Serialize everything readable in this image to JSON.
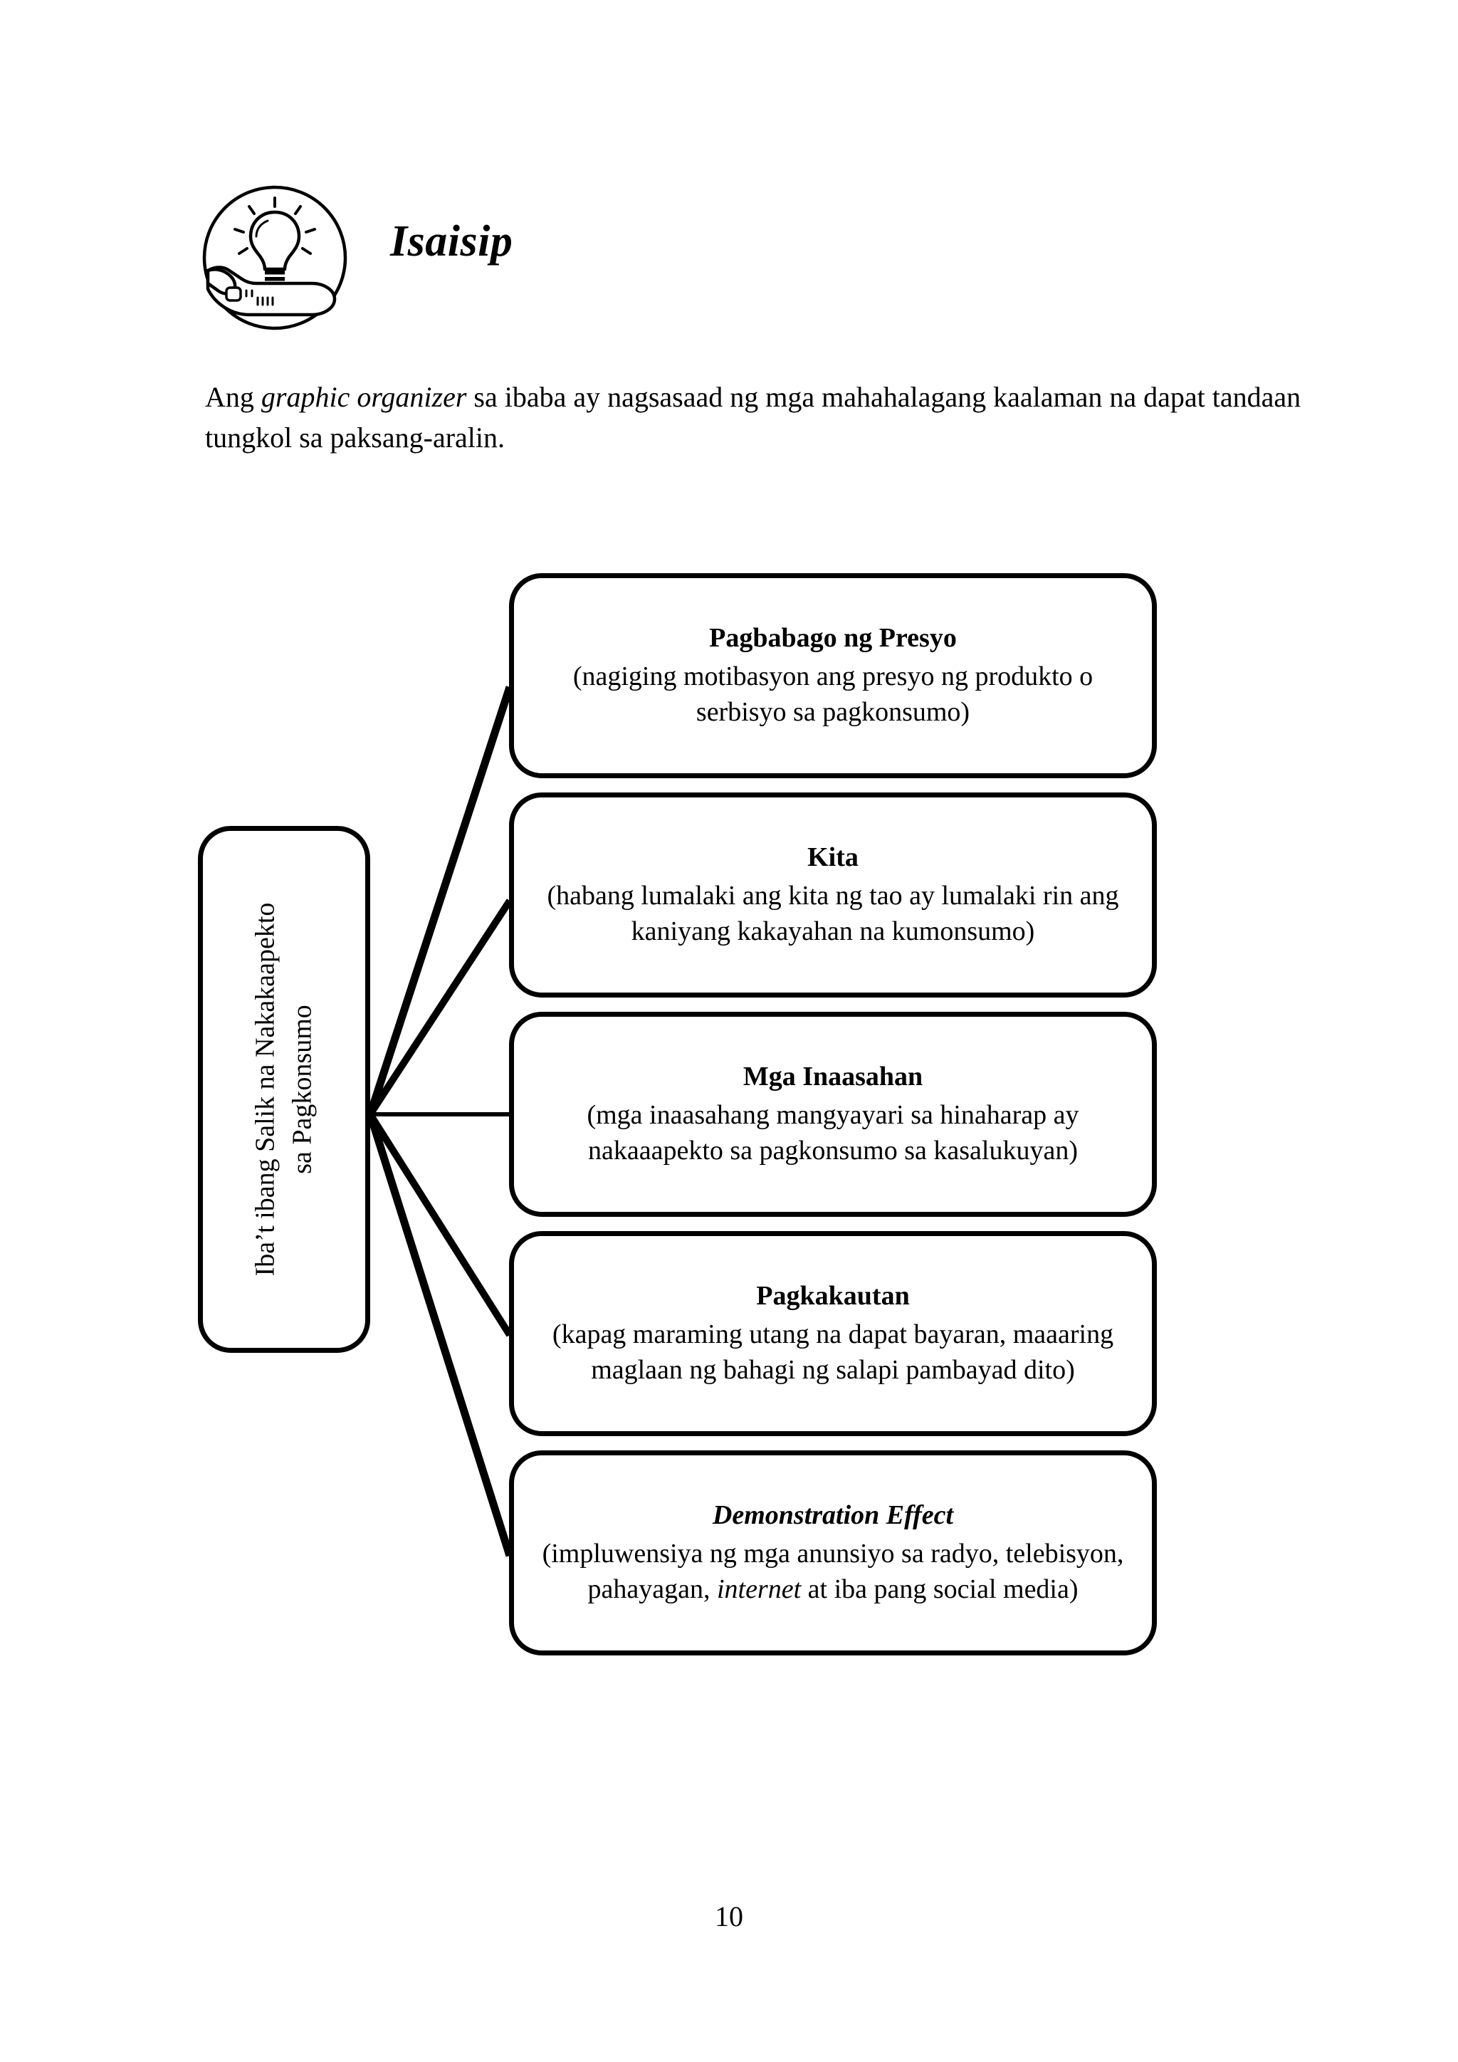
{
  "header": {
    "icon_name": "lightbulb-in-hand-icon",
    "title": "Isaisip"
  },
  "intro": {
    "before_italic": "Ang ",
    "italic": "graphic organizer",
    "after_italic": " sa ibaba ay nagsasaad ng mga mahahalagang kaalaman na dapat tandaan tungkol sa paksang-aralin."
  },
  "organizer": {
    "root": {
      "line1": "Iba’t ibang Salik na Nakakaapekto",
      "line2": "sa Pagkonsumo"
    },
    "nodes": [
      {
        "title": "Pagbabago ng Presyo",
        "title_italic": false,
        "desc": "(nagiging motibasyon ang presyo ng produkto o serbisyo sa pagkonsumo)"
      },
      {
        "title": "Kita",
        "title_italic": false,
        "desc": "(habang lumalaki ang kita ng tao ay lumalaki rin ang kaniyang kakayahan na kumonsumo)"
      },
      {
        "title": "Mga Inaasahan",
        "title_italic": false,
        "desc": "(mga inaasahang mangyayari sa hinaharap ay nakaaapekto sa pagkonsumo sa kasalukuyan)"
      },
      {
        "title": "Pagkakautan",
        "title_italic": false,
        "desc": "(kapag maraming utang na dapat bayaran, maaaring maglaan ng bahagi ng salapi pambayad dito)"
      },
      {
        "title": "Demonstration Effect",
        "title_italic": true,
        "desc_part1": "(impluwensiya ng mga anunsiyo sa radyo, telebisyon, pahayagan, ",
        "desc_italic": "internet",
        "desc_part2": " at iba pang social media)"
      }
    ]
  },
  "footer": {
    "page_number": "10"
  }
}
